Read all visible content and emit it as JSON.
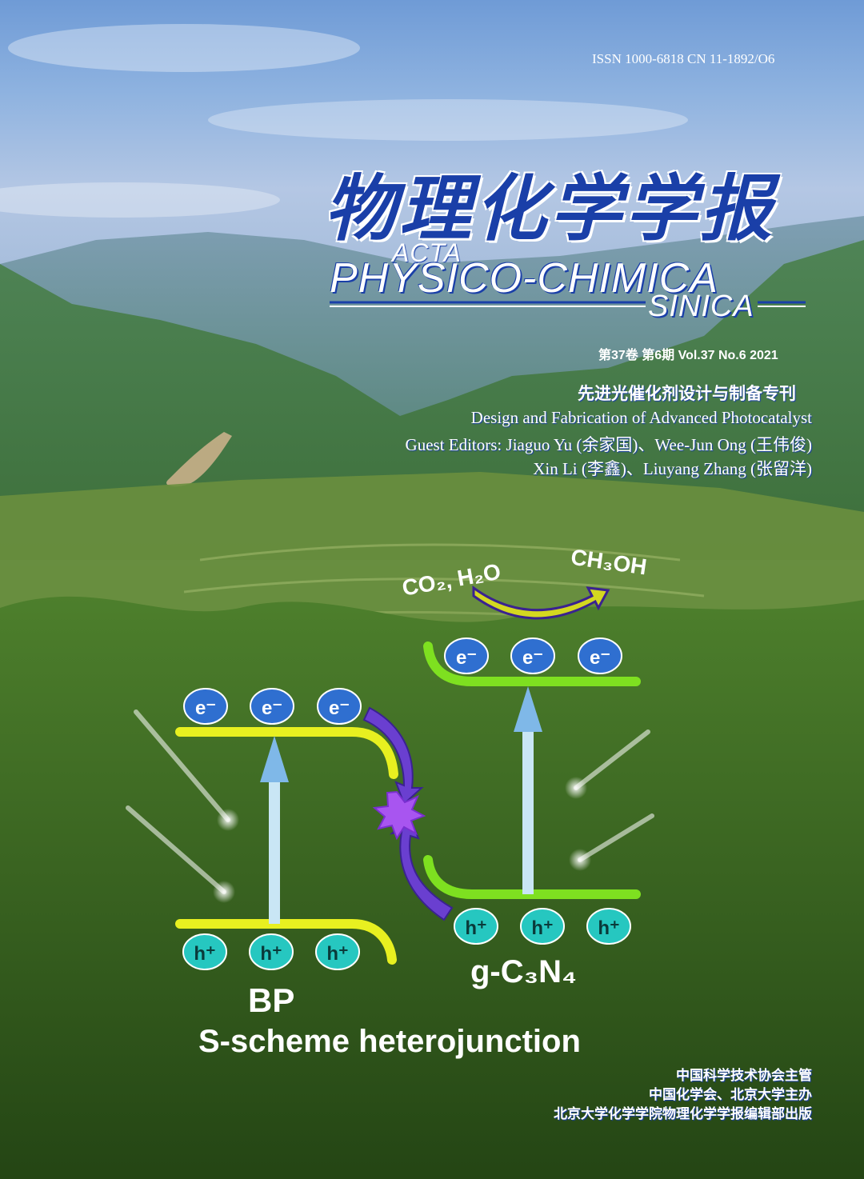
{
  "issn_line": "ISSN 1000-6818   CN 11-1892/O6",
  "title_cn": "物理化学学报",
  "title_en": {
    "acta": "ACTA",
    "main": "PHYSICO-CHIMICA",
    "sinica": "SINICA"
  },
  "issue": "第37卷 第6期 Vol.37 No.6  2021",
  "special_issue": {
    "title_cn": "先进光催化剂设计与制备专刊",
    "title_en": "Design and Fabrication of Advanced Photocatalyst",
    "editors_line1": "Guest Editors: Jiaguo Yu (余家国)、Wee-Jun Ong (王伟俊)",
    "editors_line2": "Xin Li (李鑫)、Liuyang Zhang (张留洋)"
  },
  "diagram": {
    "electron": "e⁻",
    "hole": "h⁺",
    "reactants": "CO₂, H₂O",
    "product": "CH₃OH",
    "material_left": "BP",
    "material_right": "g-C₃N₄",
    "caption": "S-scheme heterojunction"
  },
  "publisher": {
    "line1": "中国科学技术协会主管",
    "line2": "中国化学会、北京大学主办",
    "line3": "北京大学化学学院物理化学学报编辑部出版"
  },
  "colors": {
    "title_blue": "#1a3fa8",
    "band_yellow": "#e8f020",
    "band_green": "#7ee020",
    "electron_blue": "#2f6fd0",
    "hole_teal": "#26c7c0",
    "transfer_purple": "#6a3fd0"
  }
}
